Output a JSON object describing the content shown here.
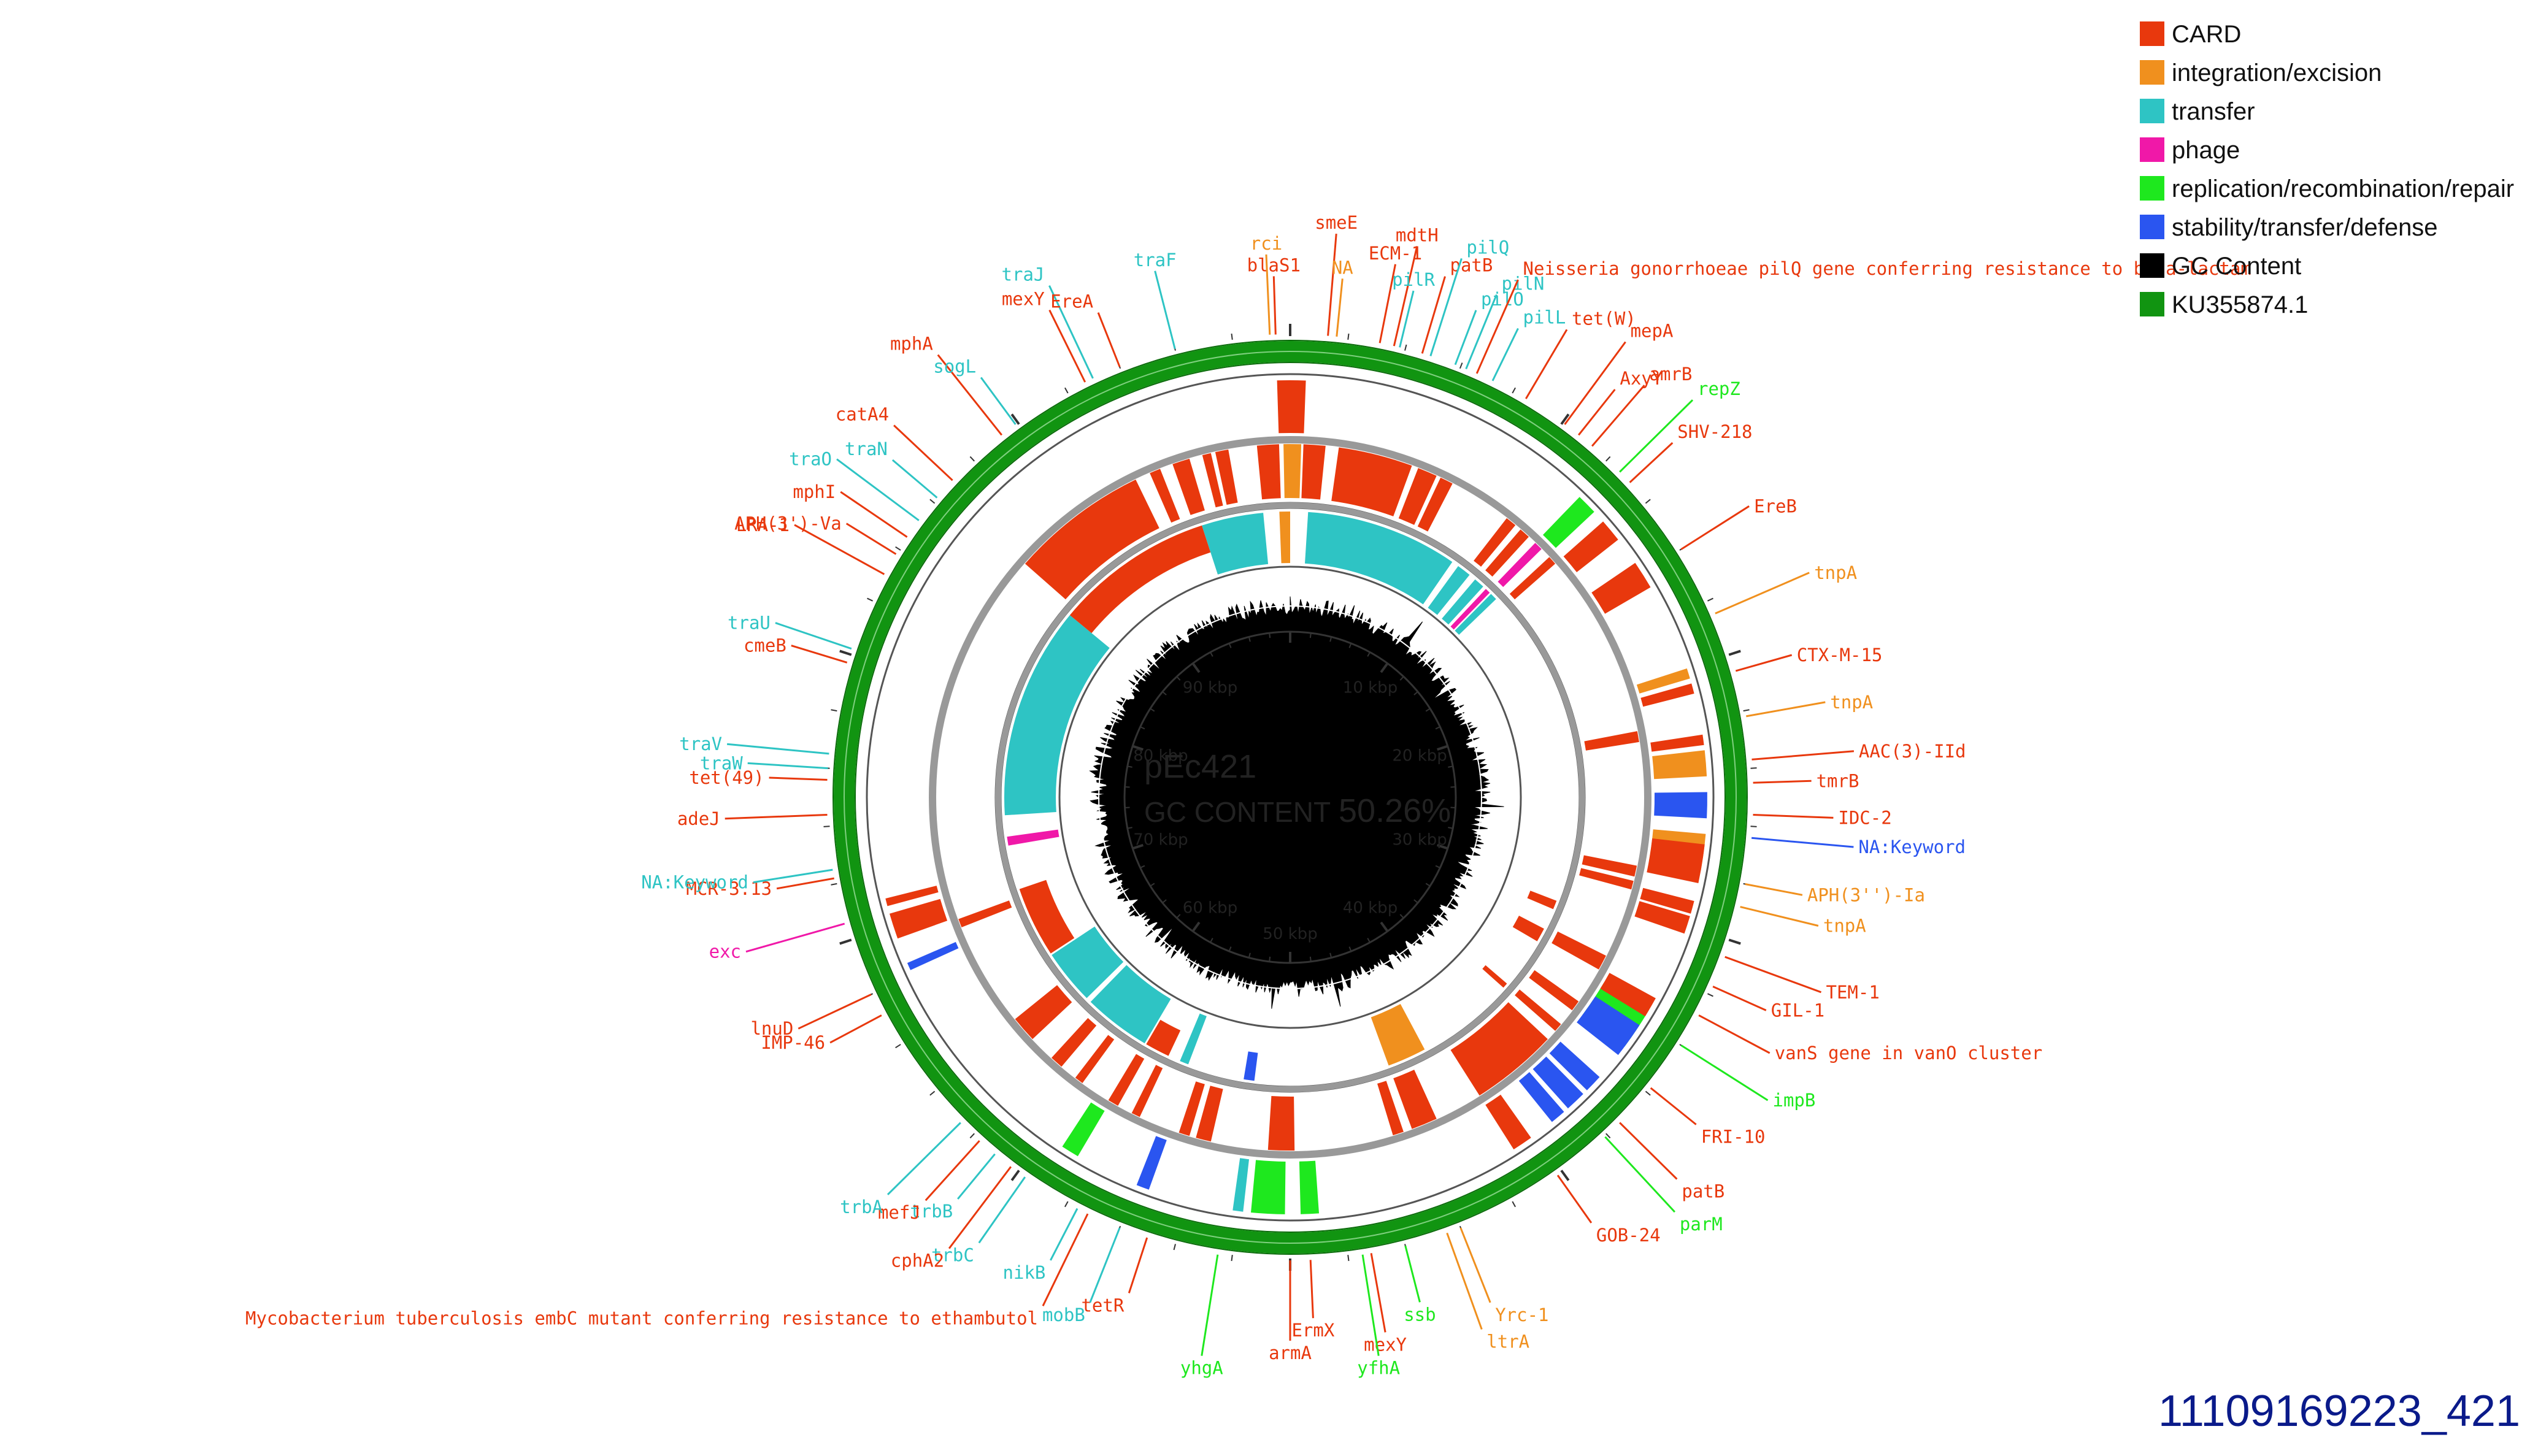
{
  "map": {
    "name": "pEc421",
    "gc_label": "GC CONTENT",
    "gc_value": "50.26%",
    "sample_id": "11109169223_421",
    "total_kbp": 100
  },
  "colors": {
    "CARD": "#e8380d",
    "integration": "#f0901e",
    "transfer": "#2ec4c4",
    "phage": "#f018a8",
    "replication": "#1ee81e",
    "stability": "#2a55f0",
    "gc": "#000000",
    "backbone": "#119411",
    "sample_id": "#0a1a8a"
  },
  "legend": [
    {
      "label": "CARD",
      "color": "#e8380d"
    },
    {
      "label": "integration/excision",
      "color": "#f0901e"
    },
    {
      "label": "transfer",
      "color": "#2ec4c4"
    },
    {
      "label": "phage",
      "color": "#f018a8"
    },
    {
      "label": "replication/recombination/repair",
      "color": "#1ee81e"
    },
    {
      "label": "stability/transfer/defense",
      "color": "#2a55f0"
    },
    {
      "label": "GC Content",
      "color": "#000000"
    },
    {
      "label": "KU355874.1",
      "color": "#119411"
    }
  ],
  "kbp_labels": [
    "10 kbp",
    "20 kbp",
    "30 kbp",
    "40 kbp",
    "50 kbp",
    "60 kbp",
    "70 kbp",
    "80 kbp",
    "90 kbp"
  ],
  "features": [
    {
      "label": "blaS1",
      "cat": "CARD",
      "pos": 99.5
    },
    {
      "label": "rci",
      "cat": "integration",
      "pos": 99.3
    },
    {
      "label": "smeE",
      "cat": "CARD",
      "pos": 1.3
    },
    {
      "label": "NA",
      "cat": "integration",
      "pos": 1.6
    },
    {
      "label": "ECM-1",
      "cat": "CARD",
      "pos": 3.1
    },
    {
      "label": "mdtH",
      "cat": "CARD",
      "pos": 3.6
    },
    {
      "label": "pilR",
      "cat": "transfer",
      "pos": 3.8
    },
    {
      "label": "patB",
      "cat": "CARD",
      "pos": 4.6
    },
    {
      "label": "pilQ",
      "cat": "transfer",
      "pos": 4.9
    },
    {
      "label": "pilO",
      "cat": "transfer",
      "pos": 5.8
    },
    {
      "label": "pilN",
      "cat": "transfer",
      "pos": 6.2
    },
    {
      "label": "Neisseria gonorrhoeae pilQ gene conferring resistance to beta-lactam",
      "cat": "CARD",
      "pos": 6.6
    },
    {
      "label": "pilL",
      "cat": "transfer",
      "pos": 7.2
    },
    {
      "label": "tet(W)",
      "cat": "CARD",
      "pos": 8.5
    },
    {
      "label": "mepA",
      "cat": "CARD",
      "pos": 10.1
    },
    {
      "label": "AxyY",
      "cat": "CARD",
      "pos": 10.7
    },
    {
      "label": "amrB",
      "cat": "CARD",
      "pos": 11.3
    },
    {
      "label": "repZ",
      "cat": "replication",
      "pos": 12.6
    },
    {
      "label": "SHV-218",
      "cat": "CARD",
      "pos": 13.1
    },
    {
      "label": "EreB",
      "cat": "CARD",
      "pos": 16.0
    },
    {
      "label": "tnpA",
      "cat": "integration",
      "pos": 18.5
    },
    {
      "label": "CTX-M-15",
      "cat": "CARD",
      "pos": 20.6
    },
    {
      "label": "tnpA",
      "cat": "integration",
      "pos": 22.2
    },
    {
      "label": "AAC(3)-IId",
      "cat": "CARD",
      "pos": 23.7
    },
    {
      "label": "tmrB",
      "cat": "CARD",
      "pos": 24.5
    },
    {
      "label": "IDC-2",
      "cat": "CARD",
      "pos": 25.6
    },
    {
      "label": "NA:Keyword",
      "cat": "stability",
      "pos": 26.4
    },
    {
      "label": "APH(3'')-Ia",
      "cat": "integration",
      "pos": 28.0
    },
    {
      "label": "tnpA",
      "cat": "integration",
      "pos": 28.8
    },
    {
      "label": "TEM-1",
      "cat": "CARD",
      "pos": 30.6
    },
    {
      "label": "GIL-1",
      "cat": "CARD",
      "pos": 31.7
    },
    {
      "label": "vanS gene in vanO cluster",
      "cat": "CARD",
      "pos": 32.8
    },
    {
      "label": "impB",
      "cat": "replication",
      "pos": 34.0
    },
    {
      "label": "FRI-10",
      "cat": "CARD",
      "pos": 35.8
    },
    {
      "label": "patB",
      "cat": "CARD",
      "pos": 37.4
    },
    {
      "label": "parM",
      "cat": "replication",
      "pos": 38.1
    },
    {
      "label": "GOB-24",
      "cat": "CARD",
      "pos": 40.2
    },
    {
      "label": "Yrc-1",
      "cat": "integration",
      "pos": 44.0
    },
    {
      "label": "ltrA",
      "cat": "integration",
      "pos": 44.5
    },
    {
      "label": "ssb",
      "cat": "replication",
      "pos": 46.0
    },
    {
      "label": "mexY",
      "cat": "CARD",
      "pos": 47.2
    },
    {
      "label": "yfhA",
      "cat": "replication",
      "pos": 47.5
    },
    {
      "label": "ErmX",
      "cat": "CARD",
      "pos": 49.3
    },
    {
      "label": "armA",
      "cat": "CARD",
      "pos": 50.0
    },
    {
      "label": "yhgA",
      "cat": "replication",
      "pos": 52.5
    },
    {
      "label": "tetR",
      "cat": "CARD",
      "pos": 55.0
    },
    {
      "label": "mobB",
      "cat": "transfer",
      "pos": 56.0
    },
    {
      "label": "Mycobacterium tuberculosis embC mutant conferring resistance to ethambutol",
      "cat": "CARD",
      "pos": 57.2
    },
    {
      "label": "nikB",
      "cat": "transfer",
      "pos": 57.6
    },
    {
      "label": "trbC",
      "cat": "transfer",
      "pos": 59.7
    },
    {
      "label": "cphA2",
      "cat": "CARD",
      "pos": 60.3
    },
    {
      "label": "trbB",
      "cat": "transfer",
      "pos": 61.0
    },
    {
      "label": "mefJ",
      "cat": "CARD",
      "pos": 61.7
    },
    {
      "label": "trbA",
      "cat": "transfer",
      "pos": 62.6
    },
    {
      "label": "IMP-46",
      "cat": "CARD",
      "pos": 67.2
    },
    {
      "label": "lnuD",
      "cat": "CARD",
      "pos": 68.0
    },
    {
      "label": "exc",
      "cat": "phage",
      "pos": 70.6
    },
    {
      "label": "MCR-3.13",
      "cat": "CARD",
      "pos": 72.2
    },
    {
      "label": "NA:Keyword",
      "cat": "transfer",
      "pos": 72.5
    },
    {
      "label": "adeJ",
      "cat": "CARD",
      "pos": 74.4
    },
    {
      "label": "tet(49)",
      "cat": "CARD",
      "pos": 75.6
    },
    {
      "label": "traW",
      "cat": "transfer",
      "pos": 76.0
    },
    {
      "label": "traV",
      "cat": "transfer",
      "pos": 76.5
    },
    {
      "label": "cmeB",
      "cat": "CARD",
      "pos": 79.7
    },
    {
      "label": "traU",
      "cat": "transfer",
      "pos": 80.2
    },
    {
      "label": "LRA-1",
      "cat": "CARD",
      "pos": 83.0
    },
    {
      "label": "APH(3')-Va",
      "cat": "CARD",
      "pos": 83.8
    },
    {
      "label": "mphI",
      "cat": "CARD",
      "pos": 84.5
    },
    {
      "label": "traO",
      "cat": "transfer",
      "pos": 85.2
    },
    {
      "label": "traN",
      "cat": "transfer",
      "pos": 86.2
    },
    {
      "label": "catA4",
      "cat": "CARD",
      "pos": 87.0
    },
    {
      "label": "mphA",
      "cat": "CARD",
      "pos": 89.3
    },
    {
      "label": "sogL",
      "cat": "transfer",
      "pos": 89.9
    },
    {
      "label": "mexY",
      "cat": "CARD",
      "pos": 92.7
    },
    {
      "label": "traJ",
      "cat": "transfer",
      "pos": 93.0
    },
    {
      "label": "EreA",
      "cat": "CARD",
      "pos": 94.0
    },
    {
      "label": "traF",
      "cat": "transfer",
      "pos": 96.0
    }
  ]
}
